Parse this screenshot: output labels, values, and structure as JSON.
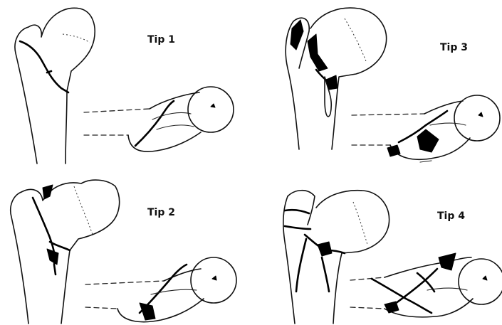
{
  "labels": {
    "tip1": "Tip 1",
    "tip2": "Tip 2",
    "tip3": "Tip 3",
    "tip4": "Tip 4"
  }
}
